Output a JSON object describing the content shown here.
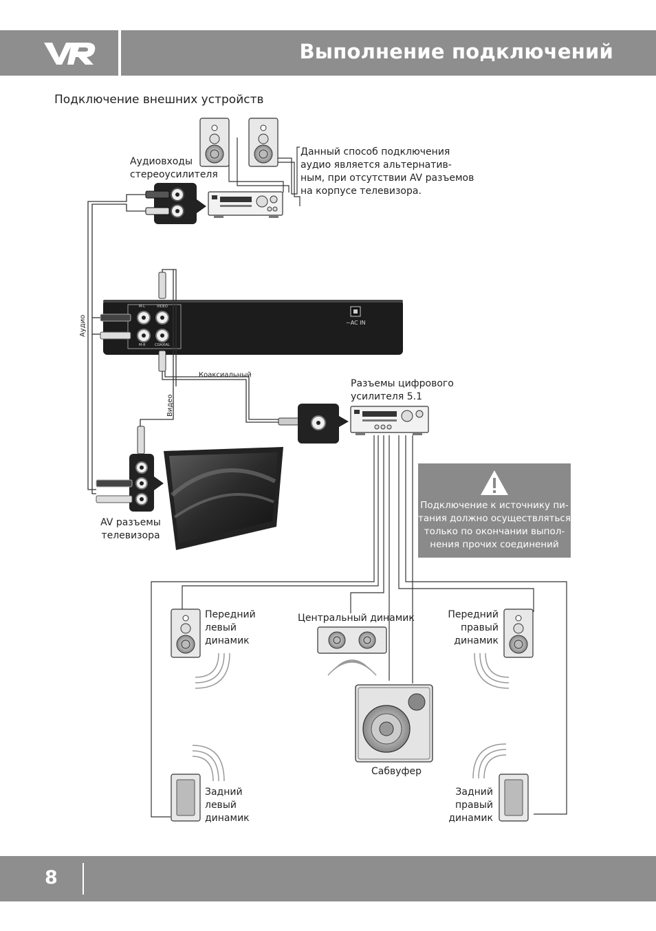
{
  "header": {
    "logo_text": "VR",
    "title": "Выполнение подключений"
  },
  "section_title": "Подключение внешних устройств",
  "labels": {
    "stereo_inputs_1": "Аудиовходы",
    "stereo_inputs_2": "стереоусилителя",
    "alt_note_1": "Данный способ подключения",
    "alt_note_2": "аудио является альтернатив-",
    "alt_note_3": "ным, при отсутствии AV разъемов",
    "alt_note_4": "на корпусе телевизора.",
    "audio": "Аудио",
    "coaxial": "Коаксиальный",
    "video": "Видео",
    "digital_amp_1": "Разъемы цифрового",
    "digital_amp_2": "усилителя 5.1",
    "tv_av_1": "AV разъемы",
    "tv_av_2": "телевизора",
    "front_left_1": "Передний",
    "front_left_2": "левый",
    "front_left_3": "динамик",
    "center_speaker": "Центральный динамик",
    "front_right_1": "Передний",
    "front_right_2": "правый",
    "front_right_3": "динамик",
    "subwoofer": "Сабвуфер",
    "rear_left_1": "Задний",
    "rear_left_2": "левый",
    "rear_left_3": "динамик",
    "rear_right_1": "Задний",
    "rear_right_2": "правый",
    "rear_right_3": "динамик",
    "jack_ml": "M-L",
    "jack_video": "VIDEO",
    "jack_mr": "M-R",
    "jack_coaxial": "COAXIAL",
    "ac_in": "~AC IN"
  },
  "warning": {
    "icon": "warning-triangle-icon",
    "line1": "Подключение к источнику пи-",
    "line2": "тания должно осуществляться",
    "line3": "только по окончании выпол-",
    "line4": "нения прочих соединений"
  },
  "footer": {
    "page_number": "8"
  }
}
